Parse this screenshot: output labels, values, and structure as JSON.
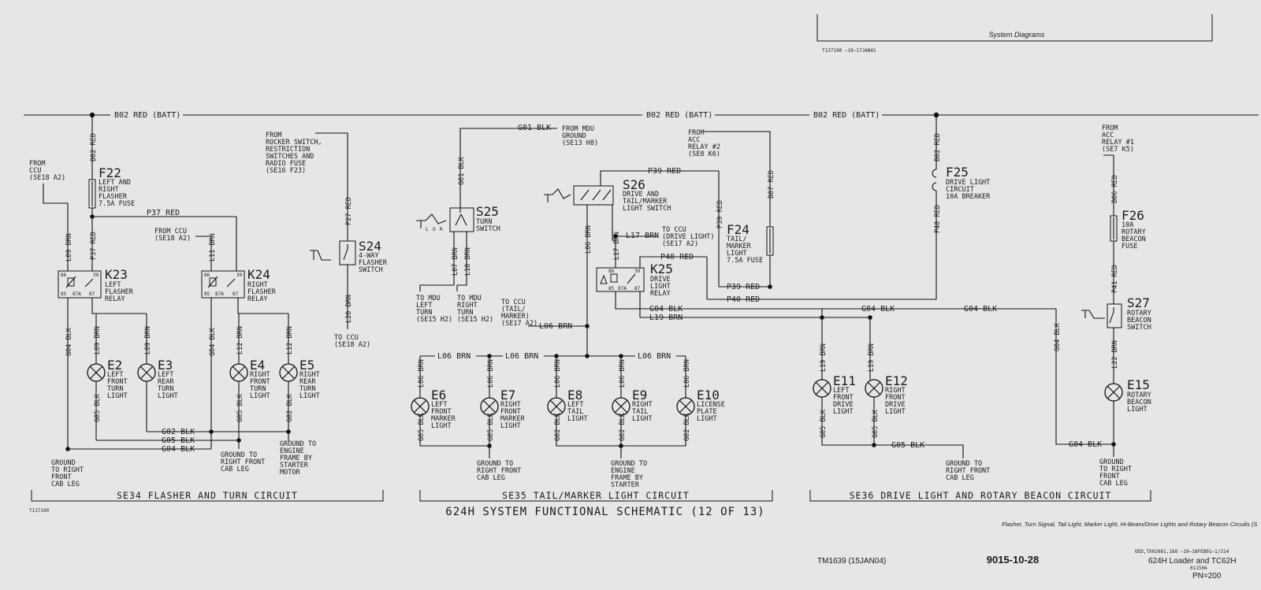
{
  "header": {
    "title": "System Diagrams",
    "ref_code": "T137190 –19–17JAN01"
  },
  "footer": {
    "tm": "TM1639 (15JAN04)",
    "page": "9015-10-28",
    "model": "624H Loader and TC62H",
    "pn": "PN=200",
    "code1": "OED,TX02661,168 –19–18FEB01–1/314",
    "code2": "011504",
    "caption": "Flasher, Turn Signal, Tail Light, Marker Light, Hi-Beam/Drive Lights and Rotary Beacon Circuits (S"
  },
  "figure": {
    "id": "T137190",
    "title": "624H SYSTEM FUNCTIONAL SCHEMATIC (12 OF 13)"
  },
  "sections": {
    "se34": "SE34 FLASHER AND TURN CIRCUIT",
    "se35": "SE35 TAIL/MARKER LIGHT CIRCUIT",
    "se36": "SE36 DRIVE LIGHT AND ROTARY BEACON CIRCUIT"
  },
  "wires": {
    "b02_batt": "B02 RED (BATT)",
    "b02": "B02 RED",
    "p37": "P37 RED",
    "p27": "P27 RED",
    "p39": "P39 RED",
    "p40": "P40 RED",
    "p41": "P41 RED",
    "b06": "B06 RED",
    "b07": "B07 RED",
    "l09": "L09 BRN",
    "l11": "L11 BRN",
    "l20": "L20 BRN",
    "l07": "L07 BRN",
    "l10": "L10 BRN",
    "l06": "L06 BRN",
    "l17": "L17 BRN",
    "l19": "L19 BRN",
    "l12": "L12 BRN",
    "l22": "L22 BRN",
    "g01": "G01 BLK",
    "g02": "G02 BLK",
    "g04": "G04 BLK",
    "g05": "G05 BLK"
  },
  "components": {
    "f22": {
      "id": "F22",
      "desc": [
        "LEFT AND",
        "RIGHT",
        "FLASHER",
        "7.5A FUSE"
      ]
    },
    "k23": {
      "id": "K23",
      "desc": [
        "LEFT",
        "FLASHER",
        "RELAY"
      ]
    },
    "k24": {
      "id": "K24",
      "desc": [
        "RIGHT",
        "FLASHER",
        "RELAY"
      ]
    },
    "s24": {
      "id": "S24",
      "desc": [
        "4-WAY",
        "FLASHER",
        "SWITCH"
      ]
    },
    "e2": {
      "id": "E2",
      "desc": [
        "LEFT",
        "FRONT",
        "TURN",
        "LIGHT"
      ]
    },
    "e3": {
      "id": "E3",
      "desc": [
        "LEFT",
        "REAR",
        "TURN",
        "LIGHT"
      ]
    },
    "e4": {
      "id": "E4",
      "desc": [
        "RIGHT",
        "FRONT",
        "TURN",
        "LIGHT"
      ]
    },
    "e5": {
      "id": "E5",
      "desc": [
        "RIGHT",
        "REAR",
        "TURN",
        "LIGHT"
      ]
    },
    "s25": {
      "id": "S25",
      "desc": [
        "TURN",
        "SWITCH"
      ]
    },
    "s26": {
      "id": "S26",
      "desc": [
        "DRIVE AND",
        "TAIL/MARKER",
        "LIGHT SWITCH"
      ]
    },
    "k25": {
      "id": "K25",
      "desc": [
        "DRIVE",
        "LIGHT",
        "RELAY"
      ]
    },
    "f24": {
      "id": "F24",
      "desc": [
        "TAIL/",
        "MARKER",
        "LIGHT",
        "7.5A FUSE"
      ]
    },
    "e6": {
      "id": "E6",
      "desc": [
        "LEFT",
        "FRONT",
        "MARKER",
        "LIGHT"
      ]
    },
    "e7": {
      "id": "E7",
      "desc": [
        "RIGHT",
        "FRONT",
        "MARKER",
        "LIGHT"
      ]
    },
    "e8": {
      "id": "E8",
      "desc": [
        "LEFT",
        "TAIL",
        "LIGHT"
      ]
    },
    "e9": {
      "id": "E9",
      "desc": [
        "RIGHT",
        "TAIL",
        "LIGHT"
      ]
    },
    "e10": {
      "id": "E10",
      "desc": [
        "LICENSE",
        "PLATE",
        "LIGHT"
      ]
    },
    "f25": {
      "id": "F25",
      "desc": [
        "DRIVE LIGHT",
        "CIRCUIT",
        "10A BREAKER"
      ]
    },
    "e11": {
      "id": "E11",
      "desc": [
        "LEFT",
        "FRONT",
        "DRIVE",
        "LIGHT"
      ]
    },
    "e12": {
      "id": "E12",
      "desc": [
        "RIGHT",
        "FRONT",
        "DRIVE",
        "LIGHT"
      ]
    },
    "f26": {
      "id": "F26",
      "desc": [
        "10A",
        "ROTARY",
        "BEACON",
        "FUSE"
      ]
    },
    "s27": {
      "id": "S27",
      "desc": [
        "ROTARY",
        "BEACON",
        "SWITCH"
      ]
    },
    "e15": {
      "id": "E15",
      "desc": [
        "ROTARY",
        "BEACON",
        "LIGHT"
      ]
    }
  },
  "notes": {
    "from_ccu_se18_a2": [
      "FROM",
      "CCU",
      "(SE18 A2)"
    ],
    "from_ccu_k24": [
      "FROM CCU",
      "(SE18 A2)"
    ],
    "from_rocker": [
      "FROM",
      "ROCKER SWITCH,",
      "RESTRICTION",
      "SWITCHES AND",
      "RADIO FUSE",
      "(SE16 F23)"
    ],
    "to_ccu_s24": [
      "TO CCU",
      "(SE18 A2)"
    ],
    "gnd_k23": [
      "GROUND",
      "TO RIGHT",
      "FRONT",
      "CAB LEG"
    ],
    "gnd_k24": [
      "GROUND TO",
      "RIGHT FRONT",
      "CAB LEG"
    ],
    "gnd_starter_motor": [
      "GROUND TO",
      "ENGINE",
      "FRAME BY",
      "STARTER",
      "MOTOR"
    ],
    "from_mdu_ground": [
      "FROM MDU",
      "GROUND",
      "(SE13 H8)"
    ],
    "to_mdu_left": [
      "TO MDU",
      "LEFT",
      "TURN",
      "(SE15 H2)"
    ],
    "to_mdu_right": [
      "TO MDU",
      "RIGHT",
      "TURN",
      "(SE15 H2)"
    ],
    "to_ccu_tail": [
      "TO CCU",
      "(TAIL/",
      "MARKER)",
      "(SE17 A2)"
    ],
    "to_ccu_drive": [
      "TO CCU",
      "(DRIVE LIGHT)",
      "(SE17 A2)"
    ],
    "from_acc_relay2": [
      "FROM",
      "ACC",
      "RELAY #2",
      "(SE8 K6)"
    ],
    "gnd_e6e7": [
      "GROUND TO",
      "RIGHT FRONT",
      "CAB LEG"
    ],
    "gnd_starter": [
      "GROUND TO",
      "ENGINE",
      "FRAME BY",
      "STARTER"
    ],
    "gnd_e11e12": [
      "GROUND TO",
      "RIGHT FRONT",
      "CAB LEG"
    ],
    "from_acc_relay1": [
      "FROM",
      "ACC",
      "RELAY #1",
      "(SE7 K5)"
    ],
    "gnd_e15": [
      "GROUND",
      "TO RIGHT",
      "FRONT",
      "CAB LEG"
    ]
  },
  "pins": {
    "p86": "86",
    "p85": "85",
    "p30": "30",
    "p87a": "87A",
    "p87": "87",
    "l": "L",
    "r": "R",
    "o": "O"
  }
}
